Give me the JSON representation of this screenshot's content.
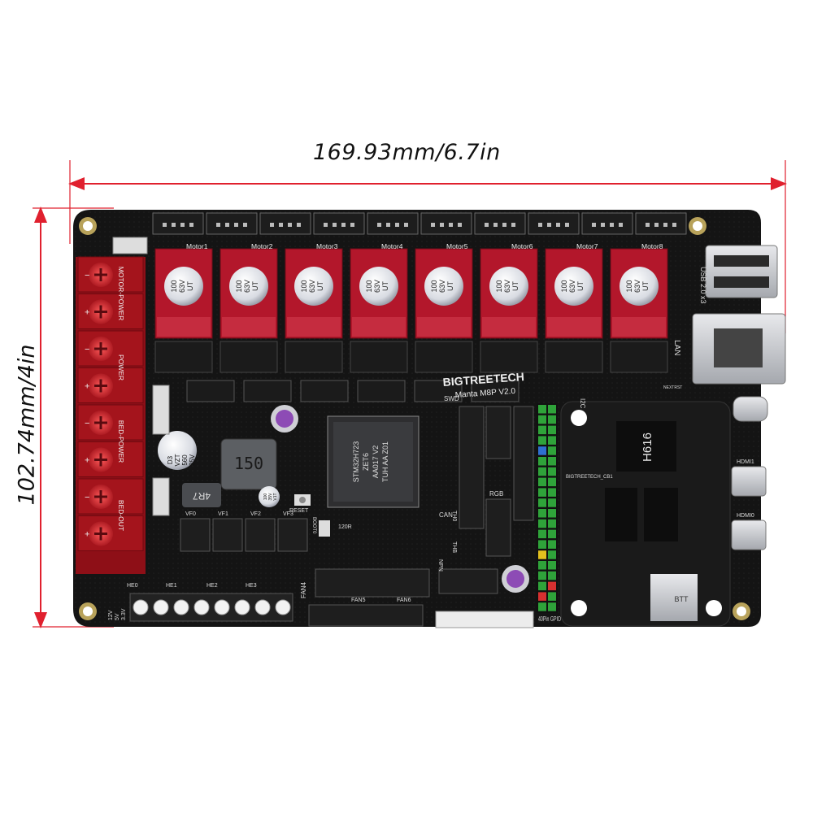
{
  "dimensions": {
    "width_label": "169.93mm/6.7in",
    "height_label": "102.74mm/4in"
  },
  "colors": {
    "pcb": "#141414",
    "driver": "#b3172b",
    "dimension_line": "#e0202e",
    "header_white": "#ededed",
    "gpio_green": "#2fa33a"
  },
  "board": {
    "brand": "BIGTREETECH",
    "model": "Manta M8P V2.0",
    "mcu_lines": [
      "STM32H723",
      "ZET6",
      "AA017 V2",
      "TUH AA Z01"
    ],
    "inductor": "150",
    "inductor2": "4R7",
    "cap_d3": [
      "D3",
      "VZT",
      "560",
      "35V"
    ],
    "cap_small": [
      "100",
      "35V",
      "V1T"
    ]
  },
  "drivers": [
    {
      "label": "Motor1",
      "cap": [
        "100",
        "63V",
        "UT"
      ]
    },
    {
      "label": "Motor2",
      "cap": [
        "100",
        "63V",
        "UT"
      ]
    },
    {
      "label": "Motor3",
      "cap": [
        "100",
        "63V",
        "UT"
      ]
    },
    {
      "label": "Motor4",
      "cap": [
        "100",
        "63V",
        "UT"
      ]
    },
    {
      "label": "Motor5",
      "cap": [
        "100",
        "63V",
        "UT"
      ]
    },
    {
      "label": "Motor6",
      "cap": [
        "100",
        "63V",
        "UT"
      ]
    },
    {
      "label": "Motor7",
      "cap": [
        "100",
        "63V",
        "UT"
      ]
    },
    {
      "label": "Motor8",
      "cap": [
        "100",
        "63V",
        "UT"
      ]
    }
  ],
  "power_labels": [
    "MOTOR-POWER",
    "POWER",
    "BED-POWER",
    "BED-OUT"
  ],
  "silkscreen": {
    "usb": "USB 2.0 x3",
    "lan": "LAN",
    "i2c": "I2C",
    "swd": "SWD",
    "can": "CAN",
    "rgb": "RGB",
    "reset": "RESET",
    "boot0": "BOOT0",
    "r120": "120R",
    "npn": "NPN",
    "thb": "THB",
    "th0": "TH0",
    "gpio": "40Pin GPIO",
    "vf": [
      "VF0",
      "VF1",
      "VF2",
      "VF3"
    ],
    "he": [
      "HE0",
      "HE1",
      "HE2",
      "HE3"
    ],
    "fans": [
      "FAN4",
      "FAN5",
      "FAN6"
    ],
    "volts": [
      "12V",
      "5V",
      "3.3V"
    ],
    "nextrst": "NEXTRST",
    "hdmi1": "HDMI1",
    "hdmi0": "HDMI0",
    "cb1": "BIGTREETECH_CB1",
    "soc": "H616",
    "wifi": "BTT"
  }
}
